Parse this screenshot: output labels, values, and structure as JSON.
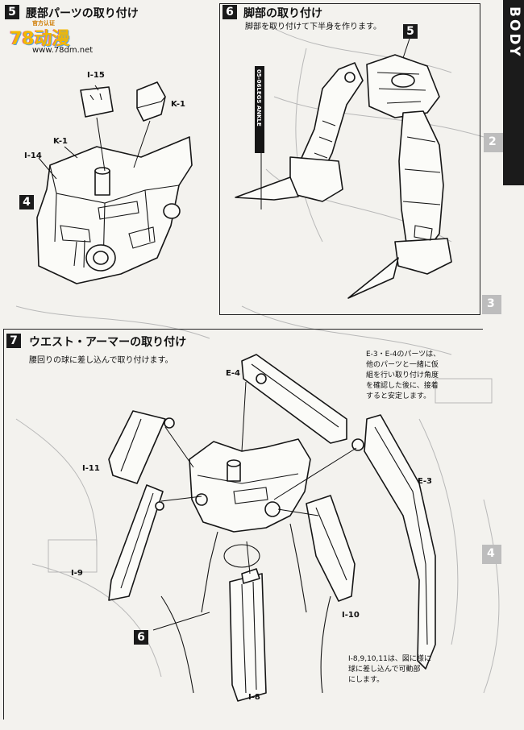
{
  "tab": {
    "label": "BODY"
  },
  "logo": {
    "brand": "78动漫",
    "sub": "官方认证",
    "url": "www.78dm.net"
  },
  "step5": {
    "number": "5",
    "title": "腰部パーツの取り付け",
    "parts": {
      "i15": "I-15",
      "k1_top": "K-1",
      "k1_left": "K-1",
      "i14": "I-14"
    },
    "callout": "4"
  },
  "step6": {
    "number": "6",
    "title": "脚部の取り付け",
    "subtitle": "脚部を取り付けて下半身を作ります。",
    "callout": "5",
    "side_label": "05-06LEGS ANKLE"
  },
  "step7": {
    "number": "7",
    "title": "ウエスト・アーマーの取り付け",
    "subtitle": "腰回りの球に差し込んで取り付けます。",
    "parts": {
      "e4": "E-4",
      "e3": "E-3",
      "i11": "I-11",
      "i9": "I-9",
      "i10": "I-10",
      "i8": "I-8"
    },
    "callout": "6",
    "note_top": [
      "E-3・E-4のパーツは、",
      "他のパーツと一緒に仮",
      "組を行い取り付け角度",
      "を確認した後に、接着",
      "すると安定します。"
    ],
    "note_bottom": [
      "I-8,9,10,11は、図に様に",
      "球に差し込んで可動部",
      "にします。"
    ]
  },
  "ghost_numbers": {
    "two": "2",
    "three": "3",
    "four": "4"
  }
}
